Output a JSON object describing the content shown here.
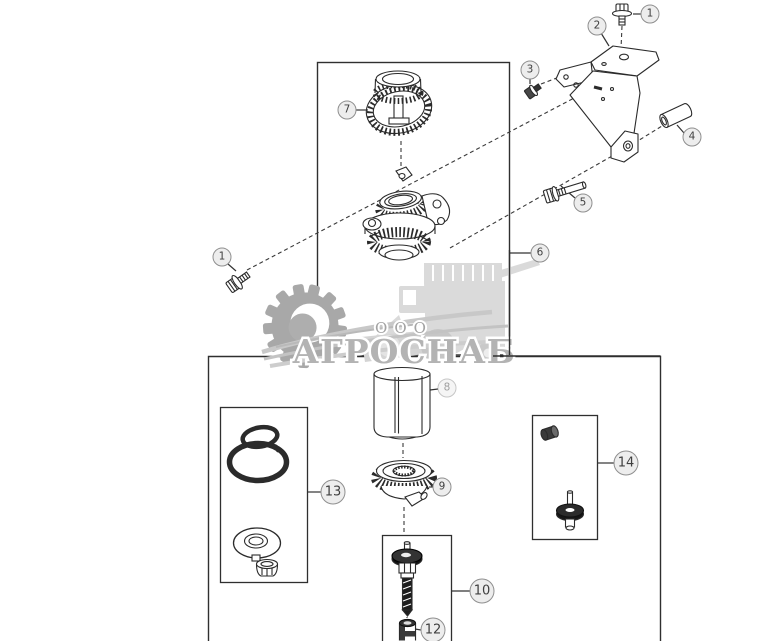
{
  "diagram": {
    "callouts": {
      "c1a": "1",
      "c2": "2",
      "c3": "3",
      "c4": "4",
      "c5": "5",
      "c6": "6",
      "c7": "7",
      "c1b": "1",
      "c8": "8",
      "c9": "9",
      "c10": "10",
      "c12": "12",
      "c13": "13",
      "c14": "14"
    },
    "watermark": {
      "org_prefix": "ООО",
      "org_name": "АГРОСНАБ"
    },
    "colors": {
      "background": "#ffffff",
      "line_art": "#2b2b2b",
      "callout_fill": "#ededed",
      "callout_border": "#8f8f8f",
      "watermark_text": "#b3b3b3",
      "watermark_gear": "#a8a8a8",
      "watermark_machine": "#dadada"
    }
  }
}
